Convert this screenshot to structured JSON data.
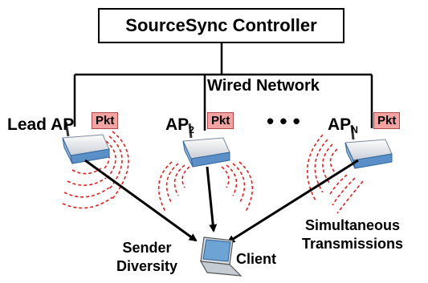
{
  "controller": {
    "label": "SourceSync Controller"
  },
  "network": {
    "label": "Wired Network"
  },
  "access_points": [
    {
      "label": "Lead AP",
      "packet": "Pkt"
    },
    {
      "label": "AP",
      "subscript": "2",
      "packet": "Pkt"
    },
    {
      "label": "AP",
      "subscript": "N",
      "packet": "Pkt"
    }
  ],
  "ellipsis": "• • •",
  "client": {
    "label": "Client"
  },
  "annotations": {
    "sender_diversity": [
      "Sender",
      "Diversity"
    ],
    "simultaneous": [
      "Simultaneous",
      "Transmissions"
    ]
  },
  "colors": {
    "wave": "#e02020",
    "device": "#5b8fc7",
    "packet_fill": "#f4a3a3"
  }
}
